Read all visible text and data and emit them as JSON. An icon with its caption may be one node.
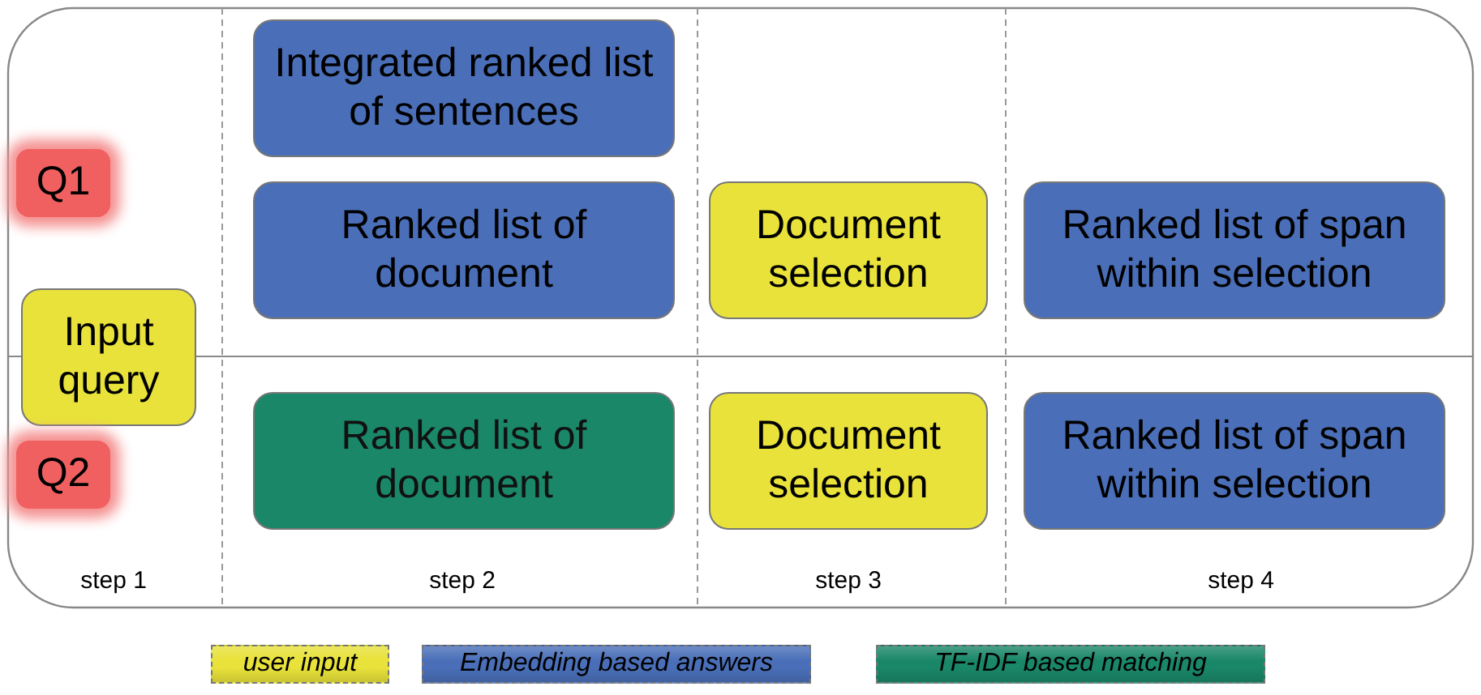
{
  "diagram": {
    "nodes": [
      {
        "text": [
          "Q1"
        ]
      },
      {
        "text": [
          "Input query"
        ]
      },
      {
        "text": [
          "Q2"
        ]
      },
      {
        "text": [
          "Integrated ranked list of sentences"
        ]
      },
      {
        "text": [
          "Ranked list of document"
        ]
      },
      {
        "text": [
          "Ranked list of document"
        ]
      },
      {
        "text": [
          "Document selection"
        ]
      },
      {
        "text": [
          "Document selection"
        ]
      },
      {
        "text": [
          "Ranked list of span within selection"
        ]
      },
      {
        "text": [
          "Ranked list of span within selection"
        ]
      }
    ],
    "edges": [],
    "labels": [
      "step 1",
      "step 2",
      "step 3",
      "step 4"
    ],
    "legend": [
      {
        "text": "user input",
        "color": "#e8e23a"
      },
      {
        "text": "Embedding based answers",
        "color": "#4a6fb8"
      },
      {
        "text": "TF-IDF based matching",
        "color": "#1a8768"
      }
    ]
  }
}
